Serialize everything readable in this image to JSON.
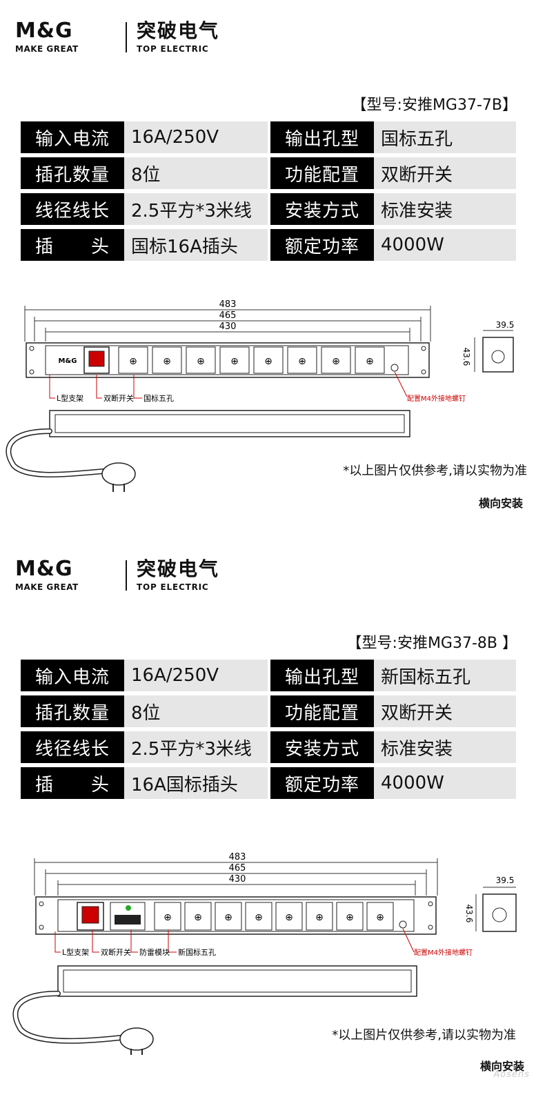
{
  "brand": {
    "logo_main": "M&G",
    "logo_sub": "MAKE GREAT",
    "cn_name": "突破电气",
    "en_name": "TOP ELECTRIC"
  },
  "products": [
    {
      "model": "【型号:安推MG37-7B】",
      "specs": [
        {
          "k1": "输入电流",
          "v1": "16A/250V",
          "k2": "输出孔型",
          "v2": "国标五孔"
        },
        {
          "k1": "插孔数量",
          "v1": "8位",
          "k2": "功能配置",
          "v2": "双断开关"
        },
        {
          "k1": "线径线长",
          "v1": "2.5平方*3米线",
          "k2": "安装方式",
          "v2": "标准安装"
        },
        {
          "k1": "插　　头",
          "v1": "国标16A插头",
          "k2": "额定功率",
          "v2": "4000W"
        }
      ],
      "dims": {
        "d1": "483",
        "d2": "465",
        "d3": "430",
        "w": "39.5",
        "h": "43.6"
      },
      "callouts": {
        "bracket": "L型支架",
        "switch": "双断开关",
        "socket": "国标五孔",
        "screw": "配置M4外接地螺钉"
      },
      "strip_label": "M&G",
      "note": "*以上图片仅供参考,请以实物为准",
      "mount": "横向安装"
    },
    {
      "model": "【型号:安推MG37-8B 】",
      "specs": [
        {
          "k1": "输入电流",
          "v1": "16A/250V",
          "k2": "输出孔型",
          "v2": "新国标五孔"
        },
        {
          "k1": "插孔数量",
          "v1": "8位",
          "k2": "功能配置",
          "v2": "双断开关"
        },
        {
          "k1": "线径线长",
          "v1": "2.5平方*3米线",
          "k2": "安装方式",
          "v2": "标准安装"
        },
        {
          "k1": "插　　头",
          "v1": "16A国标插头",
          "k2": "额定功率",
          "v2": "4000W"
        }
      ],
      "dims": {
        "d1": "483",
        "d2": "465",
        "d3": "430",
        "w": "39.5",
        "h": "43.6"
      },
      "callouts": {
        "bracket": "L型支架",
        "switch": "双断开关",
        "surge": "防雷模块",
        "socket": "新国标五孔",
        "screw": "配置M4外接地螺钉"
      },
      "note": "*以上图片仅供参考,请以实物为准",
      "mount": "横向安装"
    }
  ],
  "watermark": "Aosens"
}
